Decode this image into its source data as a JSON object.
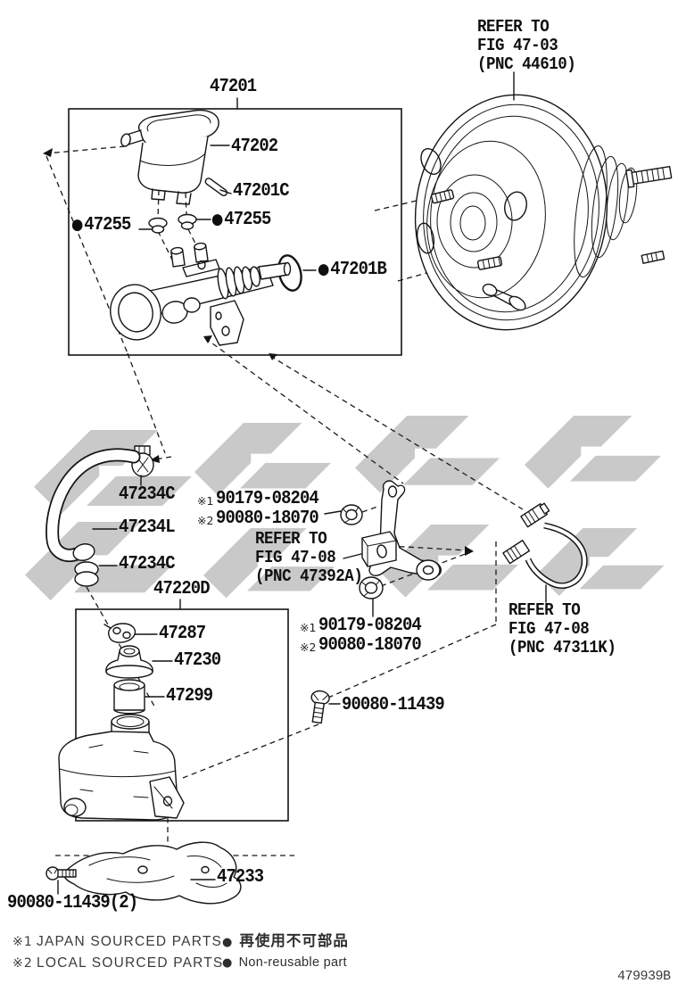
{
  "page": {
    "doc_code": "479939B"
  },
  "callouts": {
    "booster_ref": {
      "line1": "REFER TO",
      "line2": "FIG 47-03",
      "line3": "(PNC 44610)"
    },
    "bracket_ref": {
      "line1": "REFER TO",
      "line2": "FIG 47-08",
      "line3": "(PNC 47392A)"
    },
    "tube_ref": {
      "line1": "REFER TO",
      "line2": "FIG 47-08",
      "line3": "(PNC 47311K)"
    }
  },
  "parts": {
    "master_cylinder_assy": {
      "number": "47201"
    },
    "reservoir_sub_assy": {
      "number": "47202"
    },
    "pin": {
      "number": "47201C"
    },
    "grommet_left": {
      "number": "47255",
      "nonreusable": true
    },
    "grommet_right": {
      "number": "47255",
      "nonreusable": true
    },
    "o_ring": {
      "number": "47201B",
      "nonreusable": true
    },
    "clamp_upper": {
      "number": "47234C"
    },
    "hose": {
      "number": "47234L"
    },
    "clamp_lower": {
      "number": "47234C"
    },
    "reservoir_assy": {
      "number": "47220D"
    },
    "cap_gasket": {
      "number": "47287"
    },
    "cap": {
      "number": "47230"
    },
    "strainer": {
      "number": "47299"
    },
    "bolt": {
      "number": "90080-11439"
    },
    "mounting_bracket": {
      "number": "47233"
    },
    "bolt_pair": {
      "number": "90080-11439(2)"
    }
  },
  "hardware_notes": {
    "bracket_nuts_top": [
      {
        "prefix": "※1",
        "number": "90179-08204"
      },
      {
        "prefix": "※2",
        "number": "90080-18070"
      }
    ],
    "bracket_nuts_bottom": [
      {
        "prefix": "※1",
        "number": "90179-08204"
      },
      {
        "prefix": "※2",
        "number": "90080-18070"
      }
    ]
  },
  "legend": {
    "sourcing": [
      {
        "prefix": "※1",
        "text": "JAPAN SOURCED PARTS"
      },
      {
        "prefix": "※2",
        "text": "LOCAL SOURCED PARTS"
      }
    ],
    "nonreusable": [
      {
        "bullet": "●",
        "text": "再使用不可部品"
      },
      {
        "bullet": "●",
        "text": "Non-reusable part"
      }
    ]
  },
  "marks": {
    "nonreusable_bullet": "●"
  },
  "colors": {
    "line": "#141414",
    "watermark": "#c9c9c9"
  }
}
